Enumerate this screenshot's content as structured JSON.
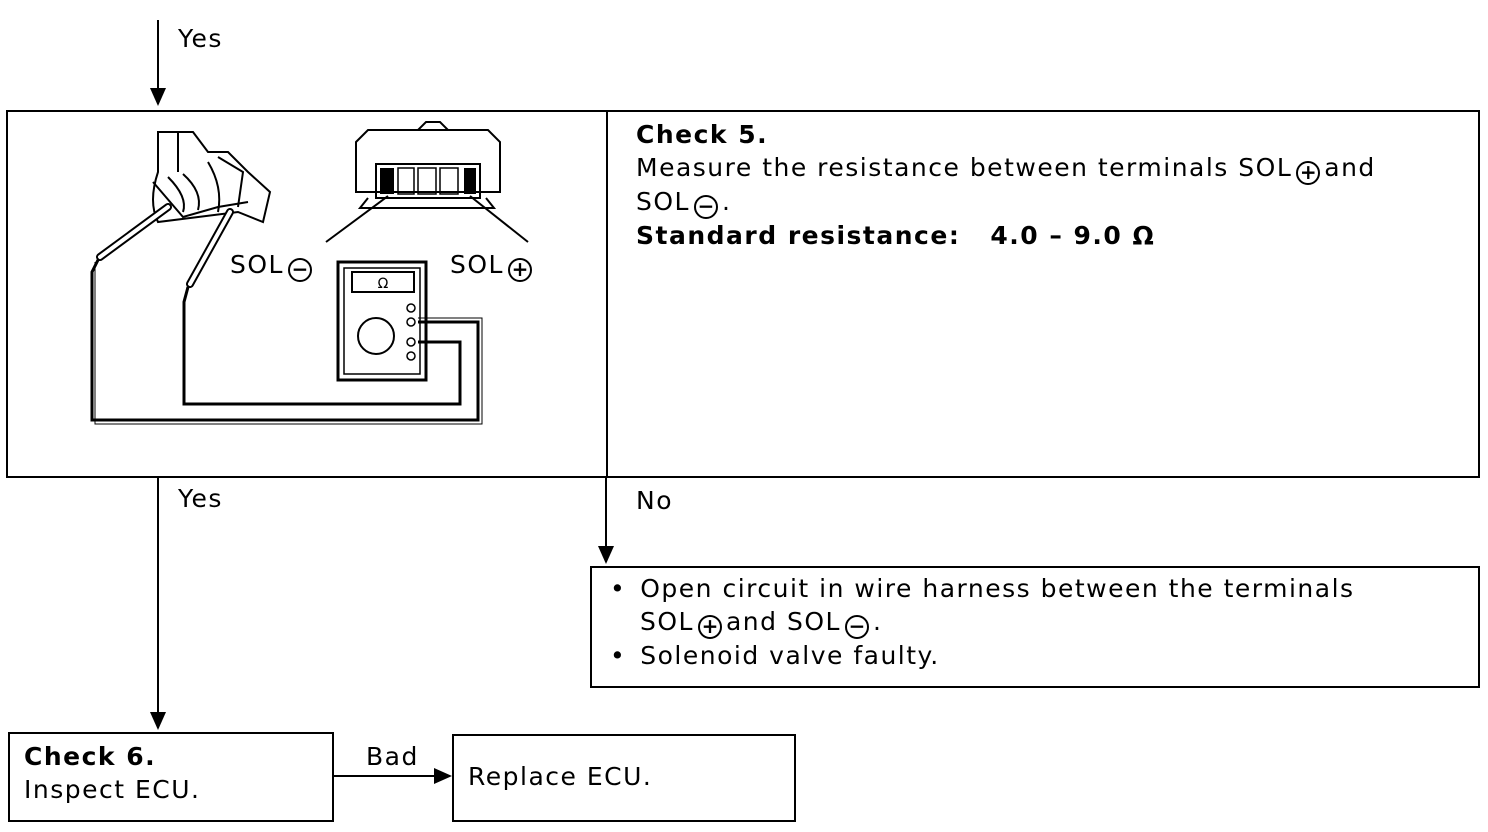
{
  "flow": {
    "yes_top": "Yes",
    "yes_mid": "Yes",
    "no_label": "No",
    "bad_label": "Bad"
  },
  "check5": {
    "title": "Check 5.",
    "line1": "Measure the resistance between terminals SOL",
    "line1_tail": "and",
    "line2": "SOL",
    "line2_tail": ".",
    "spec_label": "Standard resistance:",
    "spec_value": "4.0 – 9.0 Ω"
  },
  "illustration": {
    "sol_minus_label": "SOL",
    "sol_plus_label": "SOL",
    "meter_symbol": "Ω"
  },
  "symbols": {
    "plus": "+",
    "minus": "−"
  },
  "no_result": {
    "bullet1_line1": "Open circuit in wire harness between the terminals",
    "bullet1_line2_a": "SOL",
    "bullet1_line2_b": "and SOL",
    "bullet1_line2_c": ".",
    "bullet2": "Solenoid valve faulty.",
    "bullet_glyph": "•"
  },
  "check6": {
    "title": "Check 6.",
    "body": "Inspect ECU."
  },
  "replace": {
    "text": "Replace ECU."
  }
}
